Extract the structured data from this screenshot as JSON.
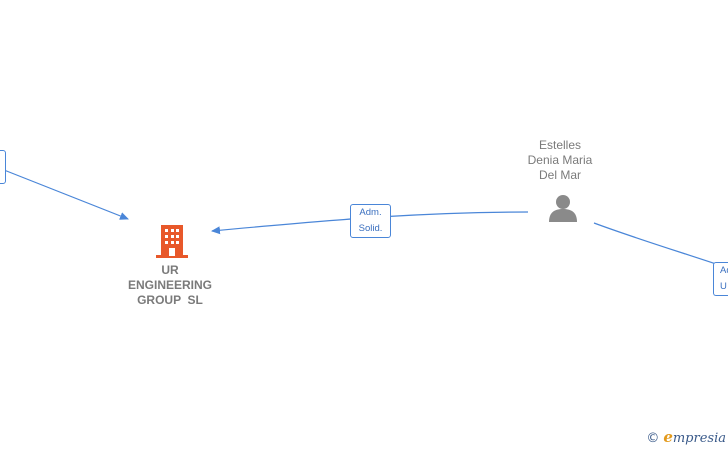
{
  "company": {
    "name_lines": [
      "UR",
      "ENGINEERING",
      "GROUP  SL"
    ],
    "icon": "building-icon",
    "color": "#e8582a"
  },
  "person": {
    "name_lines": [
      "Estelles",
      "Denia Maria",
      "Del Mar"
    ],
    "icon": "person-icon",
    "color": "#8a8a8a"
  },
  "edges": [
    {
      "label_lines": [
        "Adm.",
        "Solid."
      ]
    },
    {
      "label_lines": [
        "",
        ""
      ]
    },
    {
      "label_lines": [
        "Ad",
        "U"
      ]
    }
  ],
  "accent": "#4a86d8",
  "brand": {
    "copyright": "©",
    "initial": "e",
    "rest": "mpresia"
  }
}
